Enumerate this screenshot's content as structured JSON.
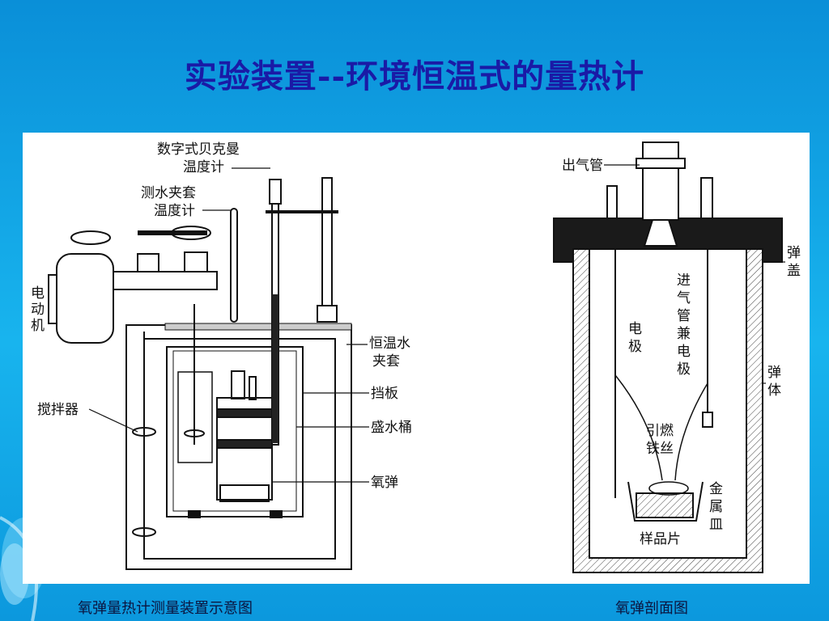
{
  "slide": {
    "title": "实验装置--环境恒温式的量热计",
    "captions": {
      "left": "氧弹量热计测量装置示意图",
      "right": "氧弹剖面图"
    }
  },
  "left_diagram": {
    "labels": {
      "beckmann_1": "数字式贝克曼",
      "beckmann_2": "温度计",
      "jacket_thermo_1": "测水夹套",
      "jacket_thermo_2": "温度计",
      "motor_1": "电",
      "motor_2": "动",
      "motor_3": "机",
      "stirrer": "搅拌器",
      "jacket_1": "恒温水",
      "jacket_2": "夹套",
      "baffle": "挡板",
      "bucket": "盛水桶",
      "bomb": "氧弹"
    }
  },
  "right_diagram": {
    "labels": {
      "outlet": "出气管",
      "lid_1": "弹",
      "lid_2": "盖",
      "inlet_1": "进",
      "inlet_2": "气",
      "inlet_3": "管",
      "inlet_4": "兼",
      "inlet_5": "电",
      "inlet_6": "极",
      "electrode_1": "电",
      "electrode_2": "极",
      "body_1": "弹",
      "body_2": "体",
      "fuse_1": "引燃",
      "fuse_2": "铁丝",
      "cup_1": "金",
      "cup_2": "属",
      "cup_3": "皿",
      "sample": "样品片"
    }
  }
}
